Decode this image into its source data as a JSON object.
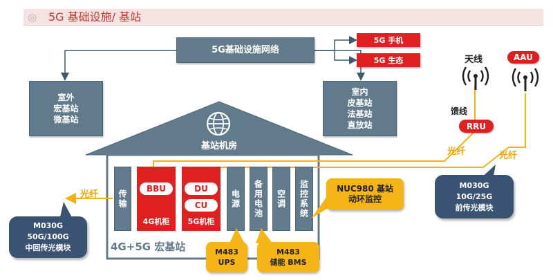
{
  "header": {
    "icon": "◎",
    "title": "5G 基础设施/ 基站"
  },
  "network": {
    "label": "5G基础设施网络",
    "phone": "5G 手机",
    "eco": "5G 生态"
  },
  "outdoor": {
    "lines": [
      "室外",
      "宏基站",
      "微基站"
    ]
  },
  "indoor": {
    "lines": [
      "室内",
      "皮基站",
      "法基站",
      "直放站"
    ]
  },
  "room": {
    "label": "基站机房",
    "footer": "4G+5G 宏基站"
  },
  "cabinets": {
    "transmit": "传输",
    "bbu": "BBU",
    "cab4g": "4G机柜",
    "du": "DU",
    "cu": "CU",
    "cab5g": "5G机柜",
    "power": "电源",
    "battery": "备用电池",
    "ac": "空调",
    "monitor": "监控系统"
  },
  "antenna": {
    "label": "天线",
    "feeder": "馈线",
    "rru": "RRU",
    "aau": "AAU"
  },
  "fiber": {
    "label": "光纤"
  },
  "modules": {
    "fronthaul": [
      "M030G",
      "10G/25G",
      "前传光模块"
    ],
    "midhaul": [
      "M030G",
      "50G/100G",
      "中回传光模块"
    ]
  },
  "callouts": {
    "nuc": [
      "NUC980 基站",
      "动环监控"
    ],
    "ups": [
      "M483",
      "UPS"
    ],
    "bms": [
      "M483",
      "储能 BMS"
    ]
  },
  "colors": {
    "slate": "#627b8c",
    "red": "#e02020",
    "navy": "#3b5373",
    "amber": "#f6b516",
    "fiber": "#f5b015",
    "connector": "#3e5a6b"
  }
}
